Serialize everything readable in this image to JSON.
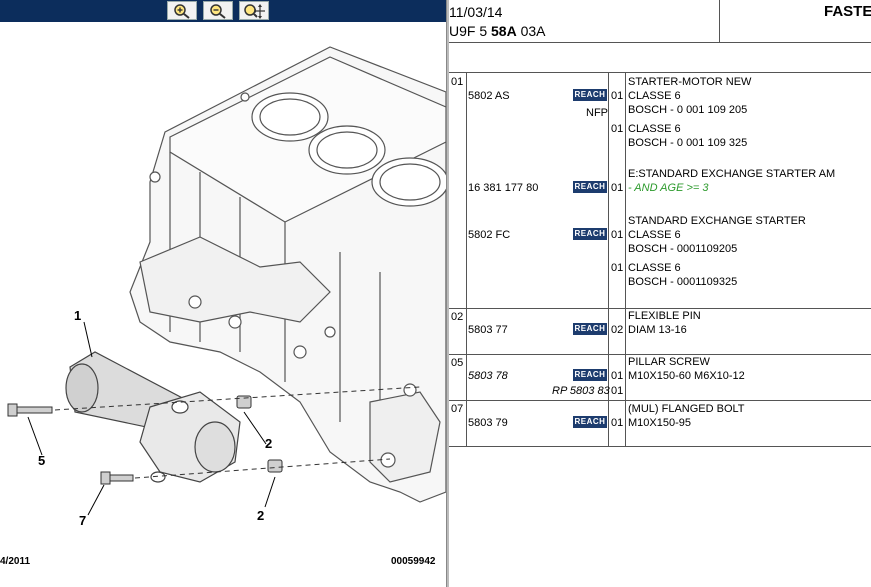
{
  "toolbar": {
    "buttons": [
      {
        "name": "zoom-in",
        "icon": "zoom-in-icon"
      },
      {
        "name": "zoom-out",
        "icon": "zoom-out-icon"
      },
      {
        "name": "zoom-fit",
        "icon": "zoom-fit-icon"
      }
    ]
  },
  "diagram": {
    "callouts": [
      "1",
      "2",
      "2",
      "5",
      "7"
    ],
    "footer_date": "4/2011",
    "footer_ref": "00059942"
  },
  "header": {
    "date": "11/03/14",
    "code_prefix": "U9F 5 ",
    "code_bold": "58A",
    "code_suffix": " 03A",
    "title": "FASTE"
  },
  "parts": [
    {
      "index": "01",
      "entries": [
        {
          "ref": "5802 AS",
          "reach": "REACH",
          "qty": "01",
          "desc1": "STARTER-MOTOR NEW",
          "desc2": "CLASSE 6",
          "desc3": "BOSCH - 0 001 109 205"
        },
        {
          "note": "NFP",
          "qty": "01",
          "desc2": "CLASSE 6",
          "desc3": "BOSCH - 0 001 109 325"
        },
        {
          "ref": "16 381 177 80",
          "reach": "REACH",
          "qty": "01",
          "desc1": "E:STANDARD EXCHANGE STARTER AM",
          "cond": "- AND AGE >= 3"
        },
        {
          "ref": "5802 FC",
          "reach": "REACH",
          "qty": "01",
          "desc1": "STANDARD EXCHANGE STARTER",
          "desc2": "CLASSE 6",
          "desc3": "BOSCH - 0001109205"
        },
        {
          "qty": "01",
          "desc2": "CLASSE 6",
          "desc3": "BOSCH - 0001109325"
        }
      ]
    },
    {
      "index": "02",
      "ref": "5803 77",
      "reach": "REACH",
      "qty": "02",
      "desc1": "FLEXIBLE PIN",
      "desc2": "DIAM 13-16"
    },
    {
      "index": "05",
      "ref": "5803 78",
      "reach": "REACH",
      "qty": "01",
      "desc1": "PILLAR SCREW",
      "desc2": "M10X150-60 M6X10-12",
      "replacement": "RP 5803 83",
      "qty2": "01"
    },
    {
      "index": "07",
      "ref": "5803 79",
      "reach": "REACH",
      "qty": "01",
      "desc1": "(MUL) FLANGED BOLT",
      "desc2": "M10X150-95"
    }
  ]
}
